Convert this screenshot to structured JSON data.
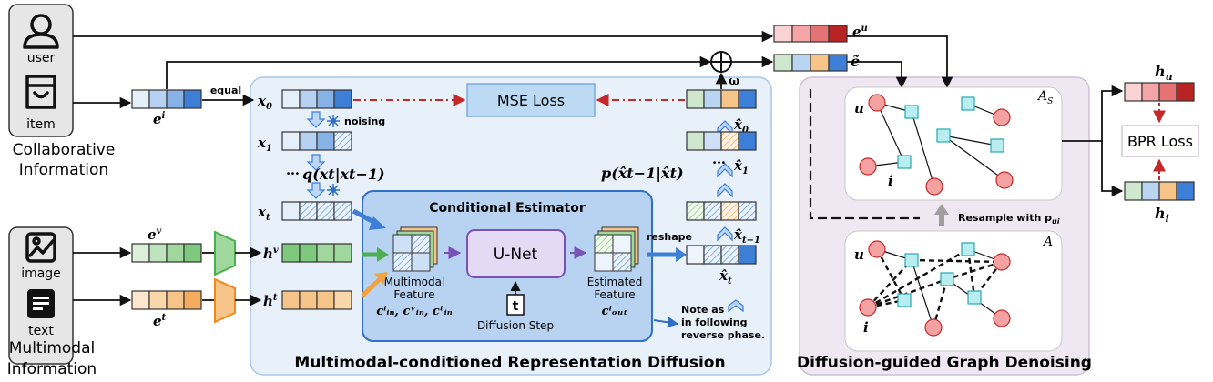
{
  "collab": {
    "user": "user",
    "item": "item",
    "caption_line1": "Collaborative",
    "caption_line2": "Information"
  },
  "multimodal": {
    "image": "image",
    "text": "text",
    "caption_line1": "Multimodal",
    "caption_line2": "Information"
  },
  "vectors": {
    "e_u": "e",
    "e_u_sup": "u",
    "e_tilde": "ẽ",
    "e_i": "e",
    "e_i_sup": "i",
    "e_v": "e",
    "e_v_sup": "v",
    "e_t": "e",
    "e_t_sup": "t",
    "h_v": "h",
    "h_v_sup": "v",
    "h_t": "h",
    "h_t_sup": "t",
    "h_u": "h",
    "h_u_sub": "u",
    "h_i": "h",
    "h_i_sub": "i",
    "omega": "ω"
  },
  "diffusion": {
    "equal": "equal",
    "noising": "noising",
    "x0": "x",
    "x0_sub": "0",
    "x1": "x",
    "x1_sub": "1",
    "xt": "x",
    "xt_sub": "t",
    "ellipsis": "…",
    "q_formula": "q(xt|xt−1)",
    "p_formula": "p(x̂t−1|x̂t)",
    "xhat0": "x̂",
    "xhat0_sub": "0",
    "xhat1": "x̂",
    "xhat1_sub": "1",
    "xhat_tm1": "x̂",
    "xhat_tm1_sub": "t−1",
    "xhat_t": "x̂",
    "xhat_t_sub": "t",
    "mse_loss": "MSE Loss",
    "reshape": "reshape",
    "section_title": "Multimodal-conditioned Representation Diffusion"
  },
  "estimator": {
    "title": "Conditional Estimator",
    "unet": "U-Net",
    "t_box": "t",
    "diffusion_step": "Diffusion Step",
    "mm_feature_line1": "Multimodal",
    "mm_feature_line2": "Feature",
    "mm_feature_formula": "cⁱᵢₙ, cᵛᵢₙ, cᵗᵢₙ",
    "est_feature_line1": "Estimated",
    "est_feature_line2": "Feature",
    "est_feature_formula": "cⁱₒᵤₜ",
    "note_line1": "Note as",
    "note_line2": "in following",
    "note_line3": "reverse phase."
  },
  "graph": {
    "as_label": "A",
    "as_sub": "S",
    "a_label": "A",
    "u_label": "u",
    "i_label": "i",
    "resample": "Resample with p",
    "resample_sub": "ui",
    "section_title": "Diffusion-guided Graph Denoising"
  },
  "bpr": {
    "label": "BPR Loss"
  },
  "colors": {
    "collab_bg": "#e6e6e6",
    "diffusion_bg": "#e8f0fa",
    "graph_bg": "#efe8f3",
    "estimator_bg": "#b7d3f1",
    "mse_bg": "#bcdaf3",
    "unet_border": "#7a52b8",
    "node_red": "#f4a1a1",
    "node_cyan": "#b8eef0",
    "blue_dark": "#3d7fd6",
    "blue_mid": "#8db6ea",
    "blue_light": "#cde0f6",
    "green": "#9fd79d",
    "orange": "#f6c389",
    "red_dark": "#b82424"
  }
}
